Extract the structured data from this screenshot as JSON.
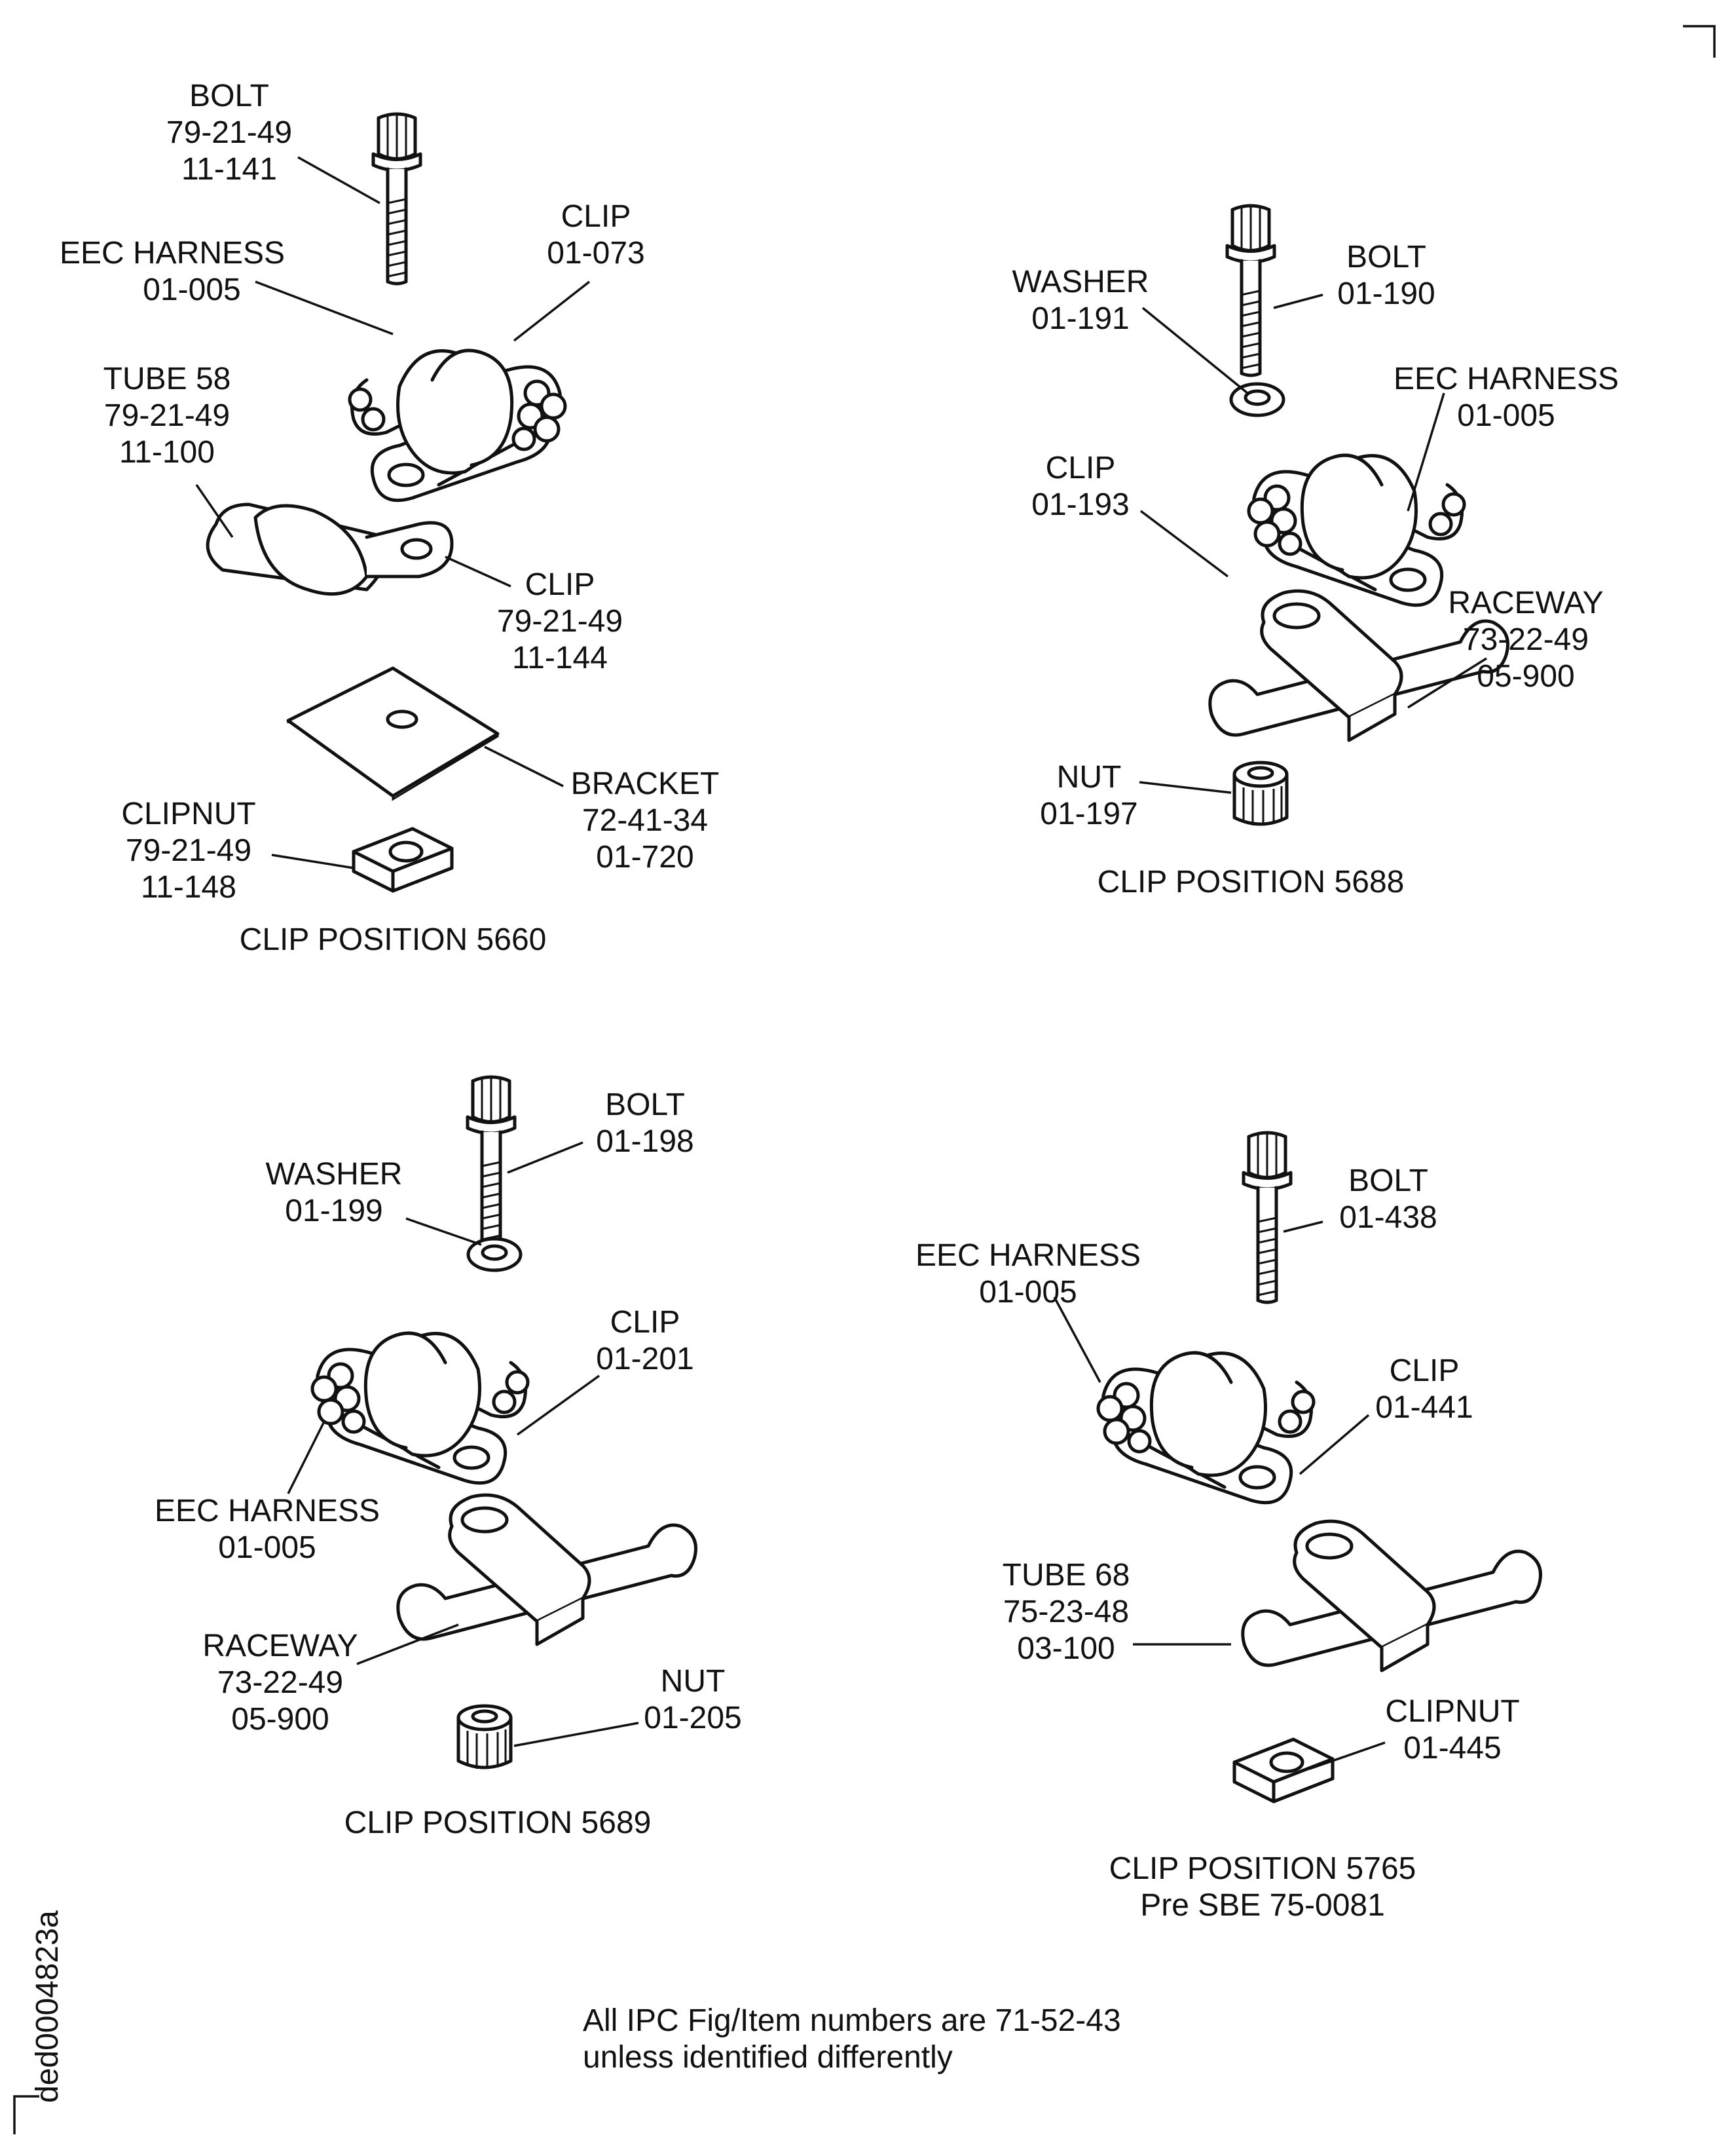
{
  "figure": {
    "corner_mark": "",
    "side_id": "ded0004823a",
    "footnote": {
      "line1": "All IPC Fig/Item numbers are 71-52-43",
      "line2": "unless identified differently"
    }
  },
  "positions": [
    {
      "caption": "CLIP POSITION 5660",
      "parts": [
        {
          "name": "BOLT",
          "ref1": "79-21-49",
          "ref2": "11-141"
        },
        {
          "name": "CLIP",
          "ref1": "01-073"
        },
        {
          "name": "EEC HARNESS",
          "ref1": "01-005"
        },
        {
          "name": "TUBE 58",
          "ref1": "79-21-49",
          "ref2": "11-100"
        },
        {
          "name": "CLIP",
          "ref1": "79-21-49",
          "ref2": "11-144"
        },
        {
          "name": "BRACKET",
          "ref1": "72-41-34",
          "ref2": "01-720"
        },
        {
          "name": "CLIPNUT",
          "ref1": "79-21-49",
          "ref2": "11-148"
        }
      ]
    },
    {
      "caption": "CLIP POSITION 5688",
      "parts": [
        {
          "name": "BOLT",
          "ref1": "01-190"
        },
        {
          "name": "WASHER",
          "ref1": "01-191"
        },
        {
          "name": "EEC HARNESS",
          "ref1": "01-005"
        },
        {
          "name": "CLIP",
          "ref1": "01-193"
        },
        {
          "name": "RACEWAY",
          "ref1": "73-22-49",
          "ref2": "05-900"
        },
        {
          "name": "NUT",
          "ref1": "01-197"
        }
      ]
    },
    {
      "caption": "CLIP POSITION 5689",
      "parts": [
        {
          "name": "BOLT",
          "ref1": "01-198"
        },
        {
          "name": "WASHER",
          "ref1": "01-199"
        },
        {
          "name": "CLIP",
          "ref1": "01-201"
        },
        {
          "name": "EEC HARNESS",
          "ref1": "01-005"
        },
        {
          "name": "RACEWAY",
          "ref1": "73-22-49",
          "ref2": "05-900"
        },
        {
          "name": "NUT",
          "ref1": "01-205"
        }
      ]
    },
    {
      "caption": "CLIP POSITION 5765",
      "caption2": "Pre SBE 75-0081",
      "parts": [
        {
          "name": "BOLT",
          "ref1": "01-438"
        },
        {
          "name": "EEC HARNESS",
          "ref1": "01-005"
        },
        {
          "name": "CLIP",
          "ref1": "01-441"
        },
        {
          "name": "TUBE 68",
          "ref1": "75-23-48",
          "ref2": "03-100"
        },
        {
          "name": "CLIPNUT",
          "ref1": "01-445"
        }
      ]
    }
  ]
}
